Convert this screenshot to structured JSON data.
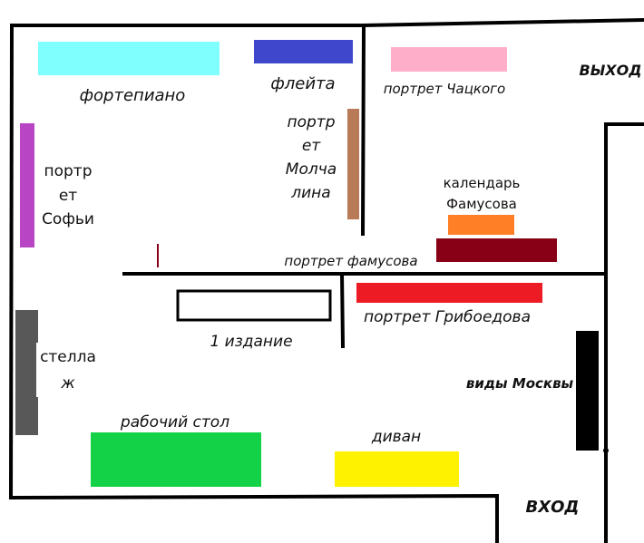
{
  "labels": {
    "fortepiano": "фортепиано",
    "fleyta": "флейта",
    "portrait_chatsky": "портрет Чацкого",
    "exit": "ВЫХОД",
    "portrait_molchalin": [
      "портр",
      "ет",
      "Молча",
      "лина"
    ],
    "portrait_sofia": [
      "портр",
      "ет",
      "Софьи"
    ],
    "calendar_famusov": [
      "календарь",
      "Фамусова"
    ],
    "portrait_famusov": "портрет фамусова",
    "portrait_griboedov": "портрет Грибоедова",
    "first_edition": "1 издание",
    "shelf": [
      "стелла",
      "ж"
    ],
    "views_moscow": "виды Москвы",
    "desk": "рабочий стол",
    "sofa": "диван",
    "entrance": "ВХОД"
  },
  "colors": {
    "fortepiano": "#80ffff",
    "fleyta": "#3f48cc",
    "portrait_chatsky": "#ffaec9",
    "portrait_molchalin": "#b97a57",
    "portrait_sofia": "#b845c4",
    "calendar_famusov": "#ff7f27",
    "portrait_famusov": "#880015",
    "portrait_griboedov": "#ed1c24",
    "shelf": "#585858",
    "views_moscow": "#000000",
    "desk": "#13d247",
    "sofa": "#fff200",
    "wall": "#000000"
  }
}
